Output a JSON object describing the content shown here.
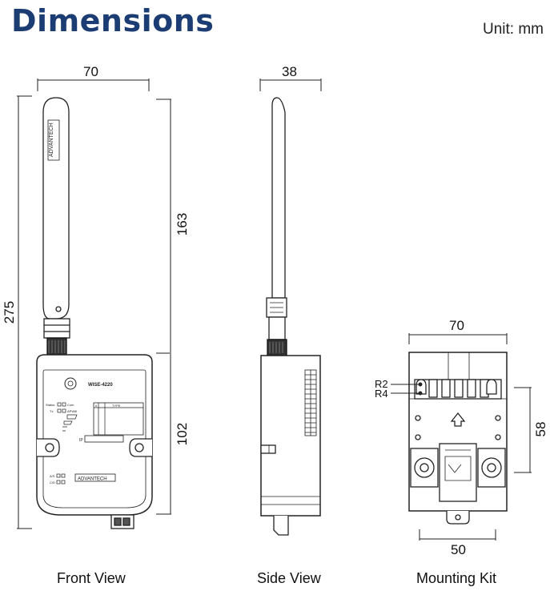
{
  "title": "Dimensions",
  "unit": "Unit: mm",
  "front_view": {
    "label": "Front View",
    "width": "70",
    "total_height": "275",
    "antenna_height": "163",
    "body_height": "102",
    "model": "WISE-4220",
    "brand": "ADVANTECH",
    "leds_left": [
      "Status",
      "Tx",
      "A/S",
      "C/D"
    ],
    "leds_right": [
      "Com",
      "APWifi"
    ],
    "table_header": [
      "#",
      "TYPE"
    ],
    "ip_label": "IP"
  },
  "side_view": {
    "label": "Side View",
    "depth": "38"
  },
  "mounting_kit": {
    "label": "Mounting Kit",
    "width_top": "70",
    "width_bottom": "50",
    "height": "58",
    "r2": "R2",
    "r4": "R4"
  }
}
